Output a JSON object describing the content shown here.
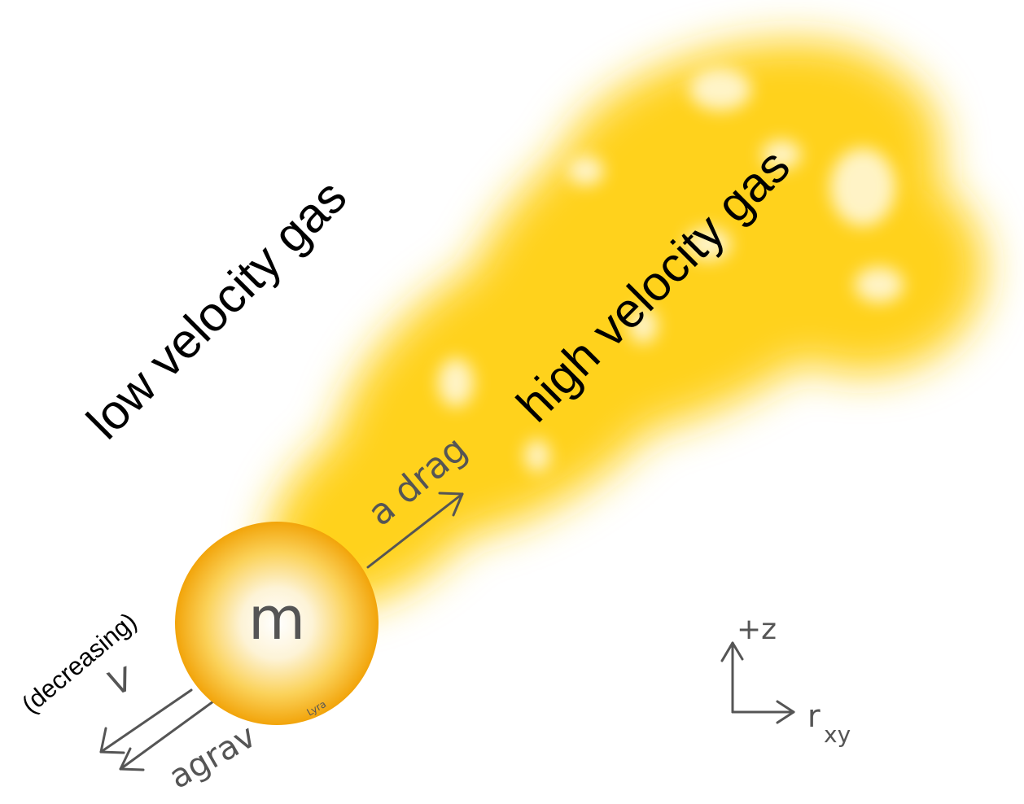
{
  "labels": {
    "low_gas": "low velocity gas",
    "high_gas": "high velocity gas",
    "drag": "a drag",
    "grav": "agrav",
    "velocity": "V",
    "decreasing": "(decreasing)",
    "mass": "m",
    "axis_up": "+z",
    "axis_right": "r",
    "axis_right_sub": "xy",
    "signature": "Lyra"
  },
  "colors": {
    "gas": "#ffd21a",
    "gas_light": "#ffe466",
    "sphere_center": "#ffffff",
    "sphere_mid": "#fbd25a",
    "sphere_edge": "#f2a40a",
    "ink": "#555555",
    "text": "#000000"
  },
  "icons": {
    "drag_arrow": "arrow-icon",
    "grav_arrow": "arrow-icon",
    "velocity_arrow": "arrow-icon",
    "axes": "axes-icon"
  }
}
